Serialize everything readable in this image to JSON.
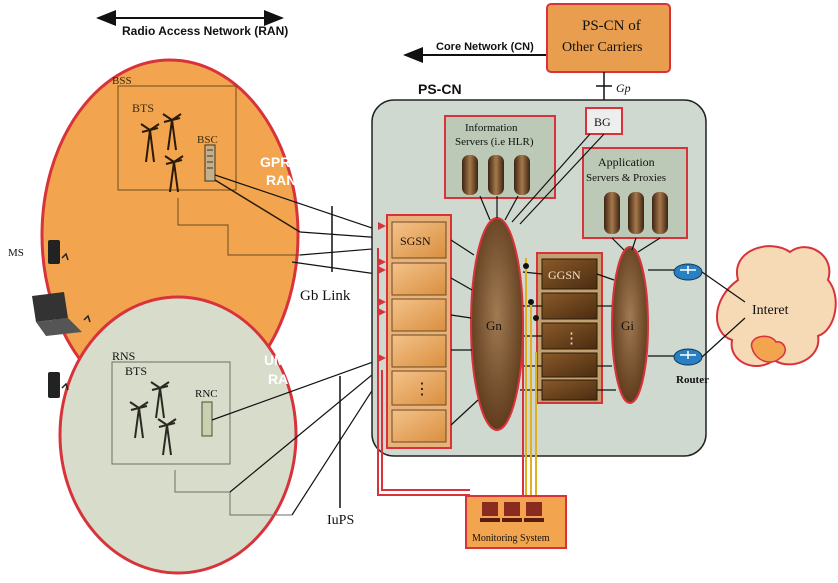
{
  "ran": {
    "label": "Radio Access Network (RAN)",
    "gprs": {
      "title_line1": "GPRS",
      "title_line2": "RAN",
      "bss": "BSS",
      "bts": "BTS",
      "bsc": "BSC"
    },
    "umts": {
      "title_line1": "UMTS",
      "title_line2": "RAN",
      "rns": "RNS",
      "bts": "BTS",
      "rnc": "RNC"
    }
  },
  "ms": {
    "label": "MS"
  },
  "links": {
    "gb": "Gb Link",
    "iups": "IuPS",
    "gp": "Gp"
  },
  "core": {
    "label": "Core Network (CN)",
    "pscn": "PS-CN",
    "other_carriers_line1": "PS-CN of",
    "other_carriers_line2": "Other Carriers",
    "bg": "BG",
    "info_servers_line1": "Information",
    "info_servers_line2": "Servers (i.e HLR)",
    "app_servers_line1": "Application",
    "app_servers_line2": "Servers & Proxies",
    "sgsn": "SGSN",
    "ggsn": "GGSN",
    "gn": "Gn",
    "gi": "Gi",
    "ellipsis": "⋮",
    "monitoring": "Monitoring System"
  },
  "internet": {
    "label": "Interet",
    "router": "Router"
  },
  "colors": {
    "orange": "#f2a54e",
    "gray_green": "#d7dccb",
    "core_bg": "#cfd9cf",
    "red": "#d8333b",
    "brown": "#5b3a17"
  }
}
